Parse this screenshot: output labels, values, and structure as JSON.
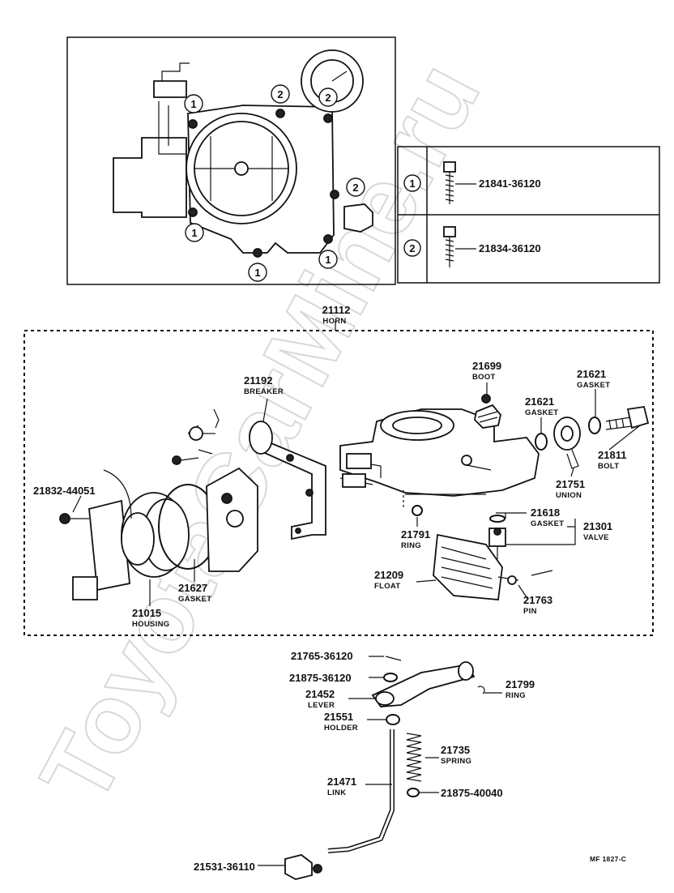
{
  "watermark": "ToyotaCarMine.ru",
  "legend": {
    "rows": [
      {
        "marker": "1",
        "part_no": "21841-36120"
      },
      {
        "marker": "2",
        "part_no": "21834-36120"
      }
    ]
  },
  "callout_markers": [
    "1",
    "2"
  ],
  "callouts": [
    {
      "num": "21112",
      "name": "HORN"
    },
    {
      "num": "21192",
      "name": "BREAKER"
    },
    {
      "num": "21699",
      "name": "BOOT"
    },
    {
      "num": "21621",
      "name": "GASKET"
    },
    {
      "num": "21621",
      "name": "GASKET"
    },
    {
      "num": "21811",
      "name": "BOLT"
    },
    {
      "num": "21751",
      "name": "UNION"
    },
    {
      "num": "21832-44051",
      "name": ""
    },
    {
      "num": "21791",
      "name": "RING"
    },
    {
      "num": "21618",
      "name": "GASKET"
    },
    {
      "num": "21301",
      "name": "VALVE"
    },
    {
      "num": "21209",
      "name": "FLOAT"
    },
    {
      "num": "21627",
      "name": "GASKET"
    },
    {
      "num": "21015",
      "name": "HOUSING"
    },
    {
      "num": "21763",
      "name": "PIN"
    },
    {
      "num": "21765-36120",
      "name": ""
    },
    {
      "num": "21875-36120",
      "name": ""
    },
    {
      "num": "21799",
      "name": "RING"
    },
    {
      "num": "21452",
      "name": "LEVER"
    },
    {
      "num": "21551",
      "name": "HOLDER"
    },
    {
      "num": "21735",
      "name": "SPRING"
    },
    {
      "num": "21471",
      "name": "LINK"
    },
    {
      "num": "21875-40040",
      "name": ""
    },
    {
      "num": "21531-36110",
      "name": ""
    }
  ],
  "footer_code": "MF 1827-C"
}
